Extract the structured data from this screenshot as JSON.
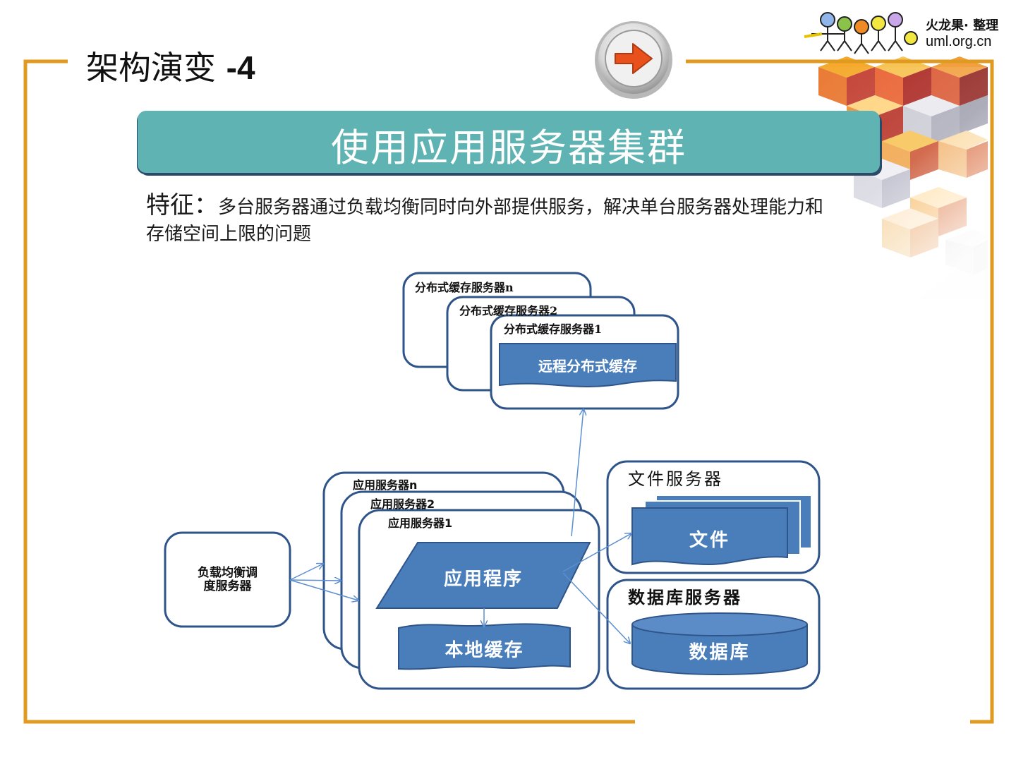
{
  "slide": {
    "title": "架构演变",
    "title_number": "-4",
    "banner": "使用应用服务器集群",
    "feature_label": "特征：",
    "feature_text_line1": "多台服务器通过负载均衡同时向外部提供服务，解决单台服务器处理能力和",
    "feature_text_line2": "存储空间上限的问题"
  },
  "logo": {
    "name": "火龙果· 整理",
    "url": "uml.org.cn"
  },
  "diagram": {
    "cache_servers": [
      "分布式缓存服务器n",
      "分布式缓存服务器2",
      "分布式缓存服务器1"
    ],
    "remote_cache": "远程分布式缓存",
    "app_servers": [
      "应用服务器n",
      "应用服务器2",
      "应用服务器1"
    ],
    "app_program": "应用程序",
    "local_cache": "本地缓存",
    "load_balancer_line1": "负载均衡调",
    "load_balancer_line2": "度服务器",
    "file_server": "文件服务器",
    "file": "文件",
    "db_server": "数据库服务器",
    "database": "数据库"
  },
  "colors": {
    "frame": "#e09a1f",
    "banner": "#5fb3b3",
    "box_stroke": "#2f5489",
    "shape_fill": "#4a7ebb",
    "arrow": "#5b8fd0"
  }
}
